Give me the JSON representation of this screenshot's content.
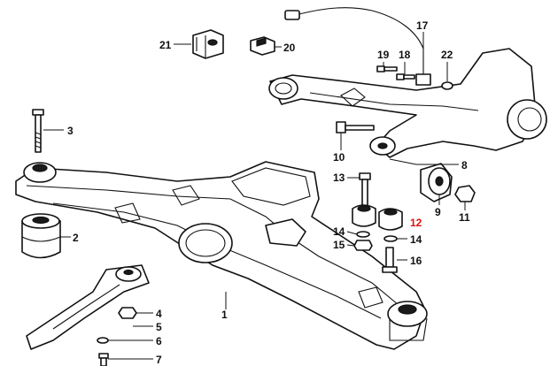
{
  "callouts": [
    {
      "id": "1",
      "label": "1"
    },
    {
      "id": "2",
      "label": "2"
    },
    {
      "id": "3",
      "label": "3"
    },
    {
      "id": "4",
      "label": "4"
    },
    {
      "id": "5",
      "label": "5"
    },
    {
      "id": "6",
      "label": "6"
    },
    {
      "id": "7",
      "label": "7"
    },
    {
      "id": "8",
      "label": "8"
    },
    {
      "id": "9",
      "label": "9"
    },
    {
      "id": "10",
      "label": "10"
    },
    {
      "id": "11",
      "label": "11"
    },
    {
      "id": "12",
      "label": "12",
      "highlight": true
    },
    {
      "id": "13",
      "label": "13"
    },
    {
      "id": "14a",
      "label": "14"
    },
    {
      "id": "14b",
      "label": "14"
    },
    {
      "id": "15",
      "label": "15"
    },
    {
      "id": "16",
      "label": "16"
    },
    {
      "id": "17",
      "label": "17"
    },
    {
      "id": "18",
      "label": "18"
    },
    {
      "id": "19",
      "label": "19"
    },
    {
      "id": "20",
      "label": "20"
    },
    {
      "id": "21",
      "label": "21"
    },
    {
      "id": "22",
      "label": "22"
    }
  ],
  "colors": {
    "line": "#111111",
    "highlight": "#e01010",
    "background": "#ffffff"
  }
}
